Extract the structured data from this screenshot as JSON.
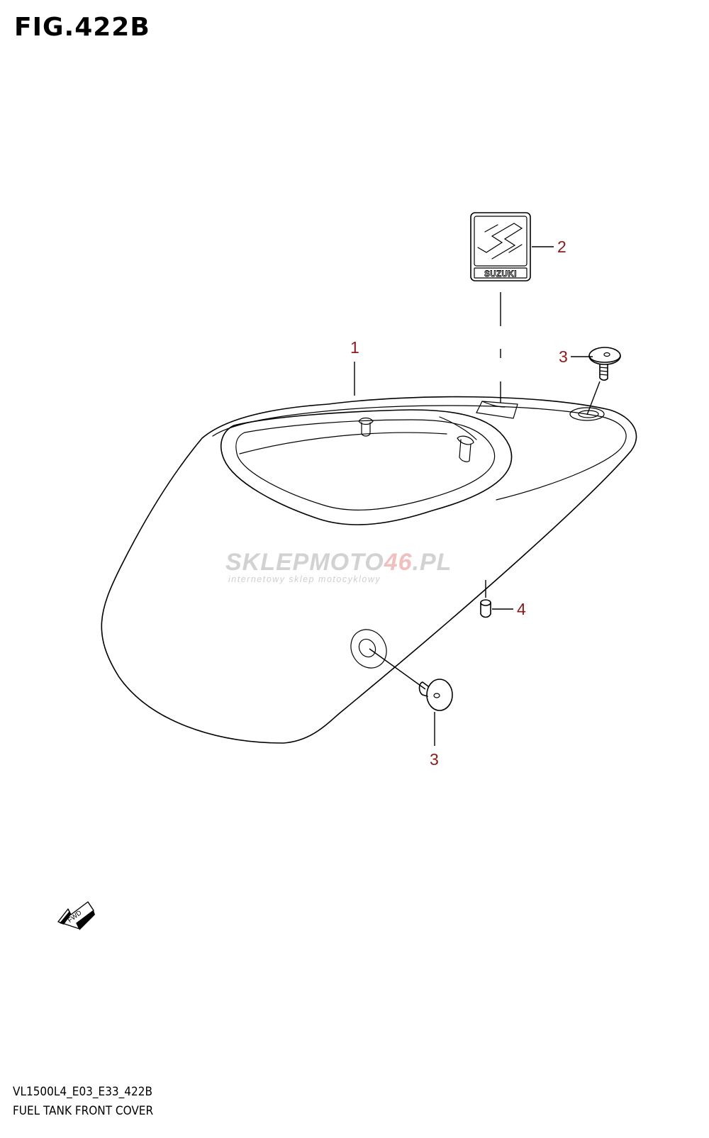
{
  "figure": {
    "title": "FIG.422B",
    "model_code": "VL1500L4_E03_E33_422B",
    "caption": "FUEL TANK FRONT COVER"
  },
  "emblem": {
    "text": "SUZUKI"
  },
  "callouts": [
    {
      "id": "1",
      "label": "1"
    },
    {
      "id": "2",
      "label": "2"
    },
    {
      "id": "3a",
      "label": "3"
    },
    {
      "id": "3b",
      "label": "3"
    },
    {
      "id": "4",
      "label": "4"
    }
  ],
  "direction_arrow": {
    "text": "FWD"
  },
  "watermark": {
    "brand_main": "SKLEPMOTO",
    "brand_accent": "46",
    "brand_suffix": ".PL",
    "tagline": "internetowy sklep motocyklowy"
  },
  "colors": {
    "callout_text": "#8b1a1a",
    "line": "#000000",
    "watermark_gray": "#d2d2d2",
    "watermark_accent": "#f0c0c0"
  }
}
